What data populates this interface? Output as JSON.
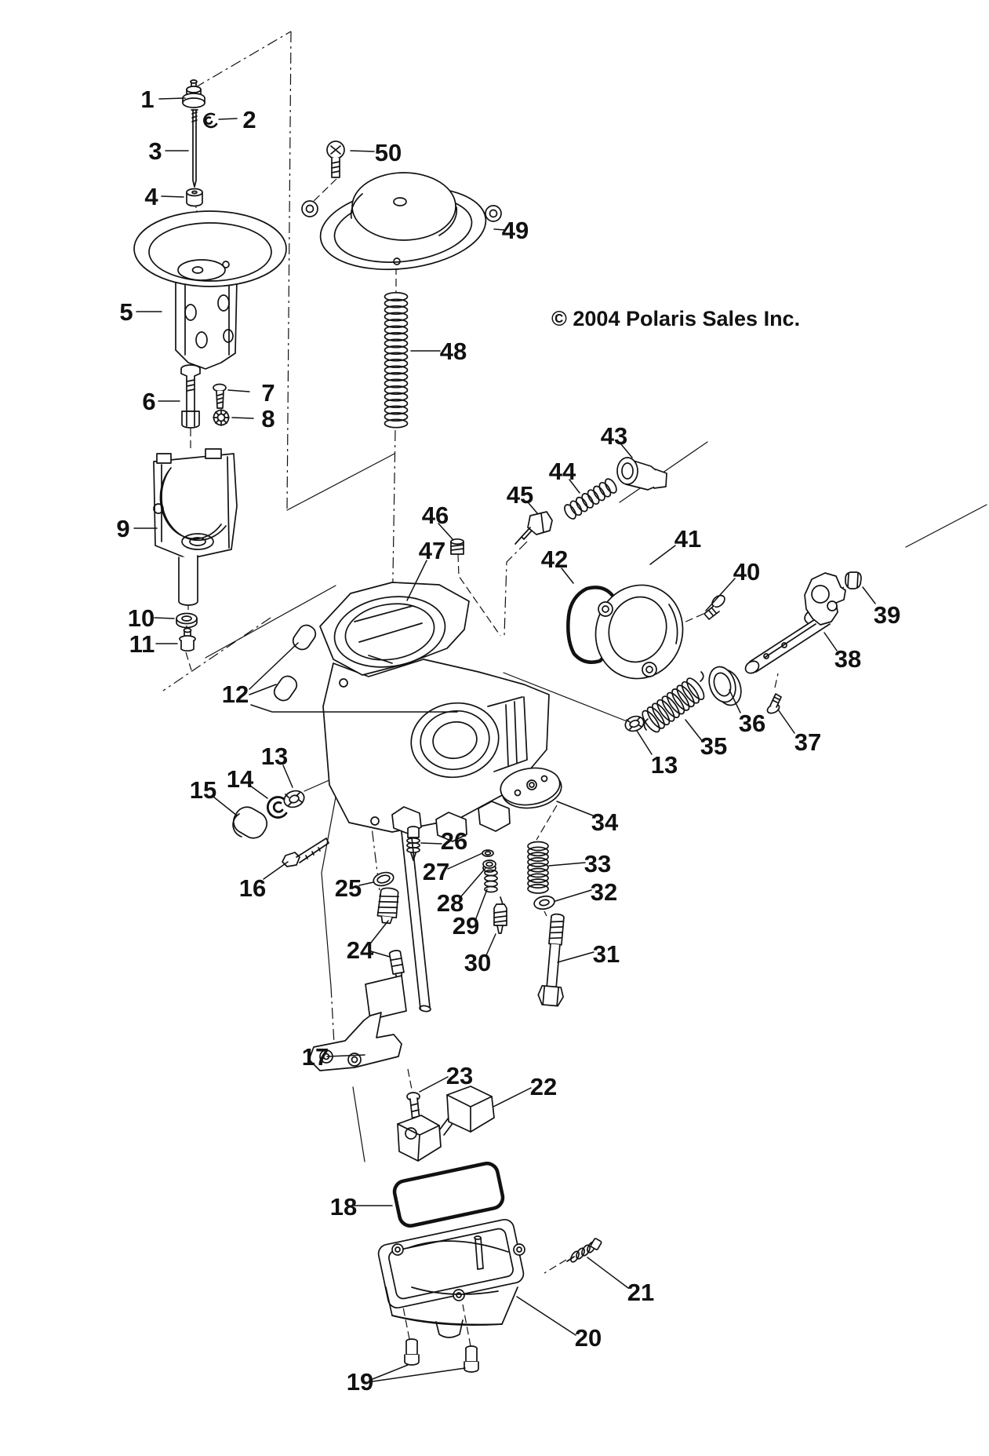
{
  "diagram": {
    "type": "exploded-parts-diagram",
    "copyright": "© 2004 Polaris Sales Inc.",
    "colors": {
      "line": "#111111",
      "background": "#ffffff"
    },
    "callouts": [
      {
        "n": "1"
      },
      {
        "n": "2"
      },
      {
        "n": "3"
      },
      {
        "n": "4"
      },
      {
        "n": "5"
      },
      {
        "n": "6"
      },
      {
        "n": "7"
      },
      {
        "n": "8"
      },
      {
        "n": "9"
      },
      {
        "n": "10"
      },
      {
        "n": "11"
      },
      {
        "n": "12"
      },
      {
        "n": "13"
      },
      {
        "n": "14"
      },
      {
        "n": "15"
      },
      {
        "n": "16"
      },
      {
        "n": "17"
      },
      {
        "n": "18"
      },
      {
        "n": "19"
      },
      {
        "n": "20"
      },
      {
        "n": "21"
      },
      {
        "n": "22"
      },
      {
        "n": "23"
      },
      {
        "n": "24"
      },
      {
        "n": "25"
      },
      {
        "n": "26"
      },
      {
        "n": "27"
      },
      {
        "n": "28"
      },
      {
        "n": "29"
      },
      {
        "n": "30"
      },
      {
        "n": "31"
      },
      {
        "n": "32"
      },
      {
        "n": "33"
      },
      {
        "n": "34"
      },
      {
        "n": "35"
      },
      {
        "n": "36"
      },
      {
        "n": "37"
      },
      {
        "n": "38"
      },
      {
        "n": "39"
      },
      {
        "n": "40"
      },
      {
        "n": "41"
      },
      {
        "n": "42"
      },
      {
        "n": "43"
      },
      {
        "n": "44"
      },
      {
        "n": "45"
      },
      {
        "n": "46"
      },
      {
        "n": "47"
      },
      {
        "n": "48"
      },
      {
        "n": "49"
      },
      {
        "n": "50"
      },
      {
        "n": "13"
      }
    ]
  }
}
